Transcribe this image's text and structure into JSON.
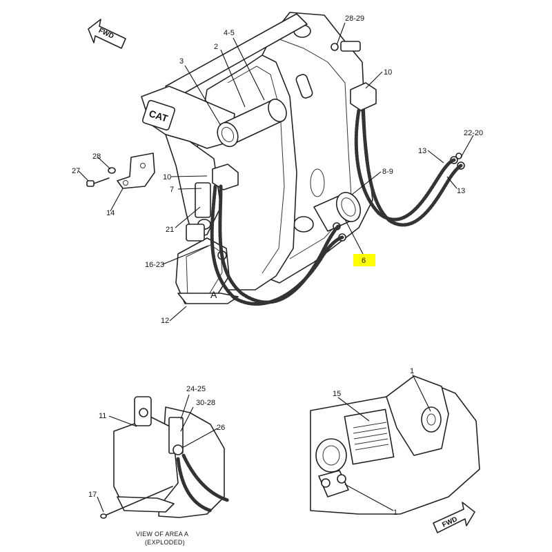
{
  "labels": {
    "l1": "28-29",
    "l2": "4-5",
    "l3": "2",
    "l4": "3",
    "l5": "10",
    "l6": "22-20",
    "l7": "13",
    "l8": "13",
    "l9": "8-9",
    "l10": "6",
    "l11": "28",
    "l12": "27",
    "l13": "14",
    "l14": "10",
    "l15": "7",
    "l16": "21",
    "l17": "16-23",
    "l18": "12",
    "l19": "A",
    "l20": "24-25",
    "l21": "30-28",
    "l22": "11",
    "l23": "26",
    "l24": "17",
    "l25": "15",
    "l26": "1",
    "l27": "1"
  },
  "fwd_arrow_top": "FWD",
  "fwd_arrow_bottom": "FWD",
  "brand_logo": "CAT",
  "caption_line1": "VIEW OF AREA A",
  "caption_line2": "(EXPLODED)",
  "highlight_color": "#ffff00"
}
